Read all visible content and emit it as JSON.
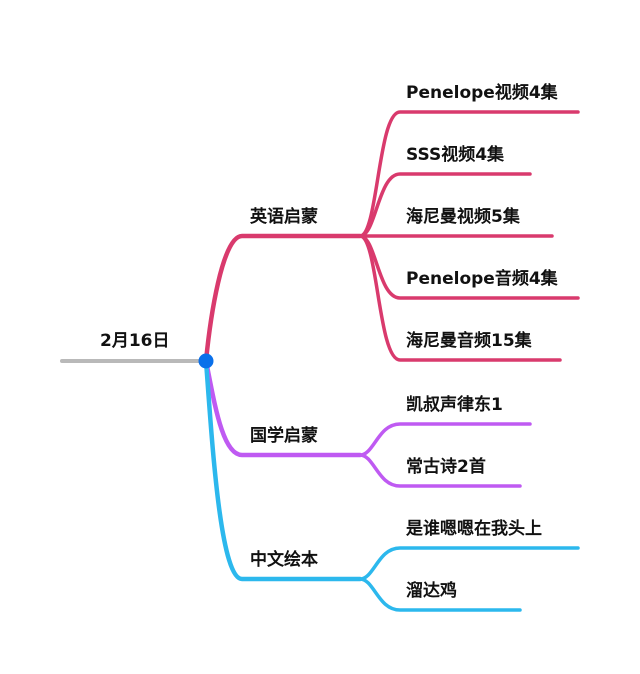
{
  "root": {
    "label": "2月16日",
    "color": "#b9b9b9",
    "dot_color": "#0a70ea"
  },
  "branches": [
    {
      "label": "英语启蒙",
      "color": "#d93a6d",
      "children": [
        "Penelope视频4集",
        "SSS视频4集",
        "海尼曼视频5集",
        "Penelope音频4集",
        "海尼曼音频15集"
      ]
    },
    {
      "label": "国学启蒙",
      "color": "#bf5af2",
      "children": [
        "凯叔声律东1",
        "常古诗2首"
      ]
    },
    {
      "label": "中文绘本",
      "color": "#2cb8ed",
      "children": [
        "是谁嗯嗯在我头上",
        "溜达鸡"
      ]
    }
  ]
}
